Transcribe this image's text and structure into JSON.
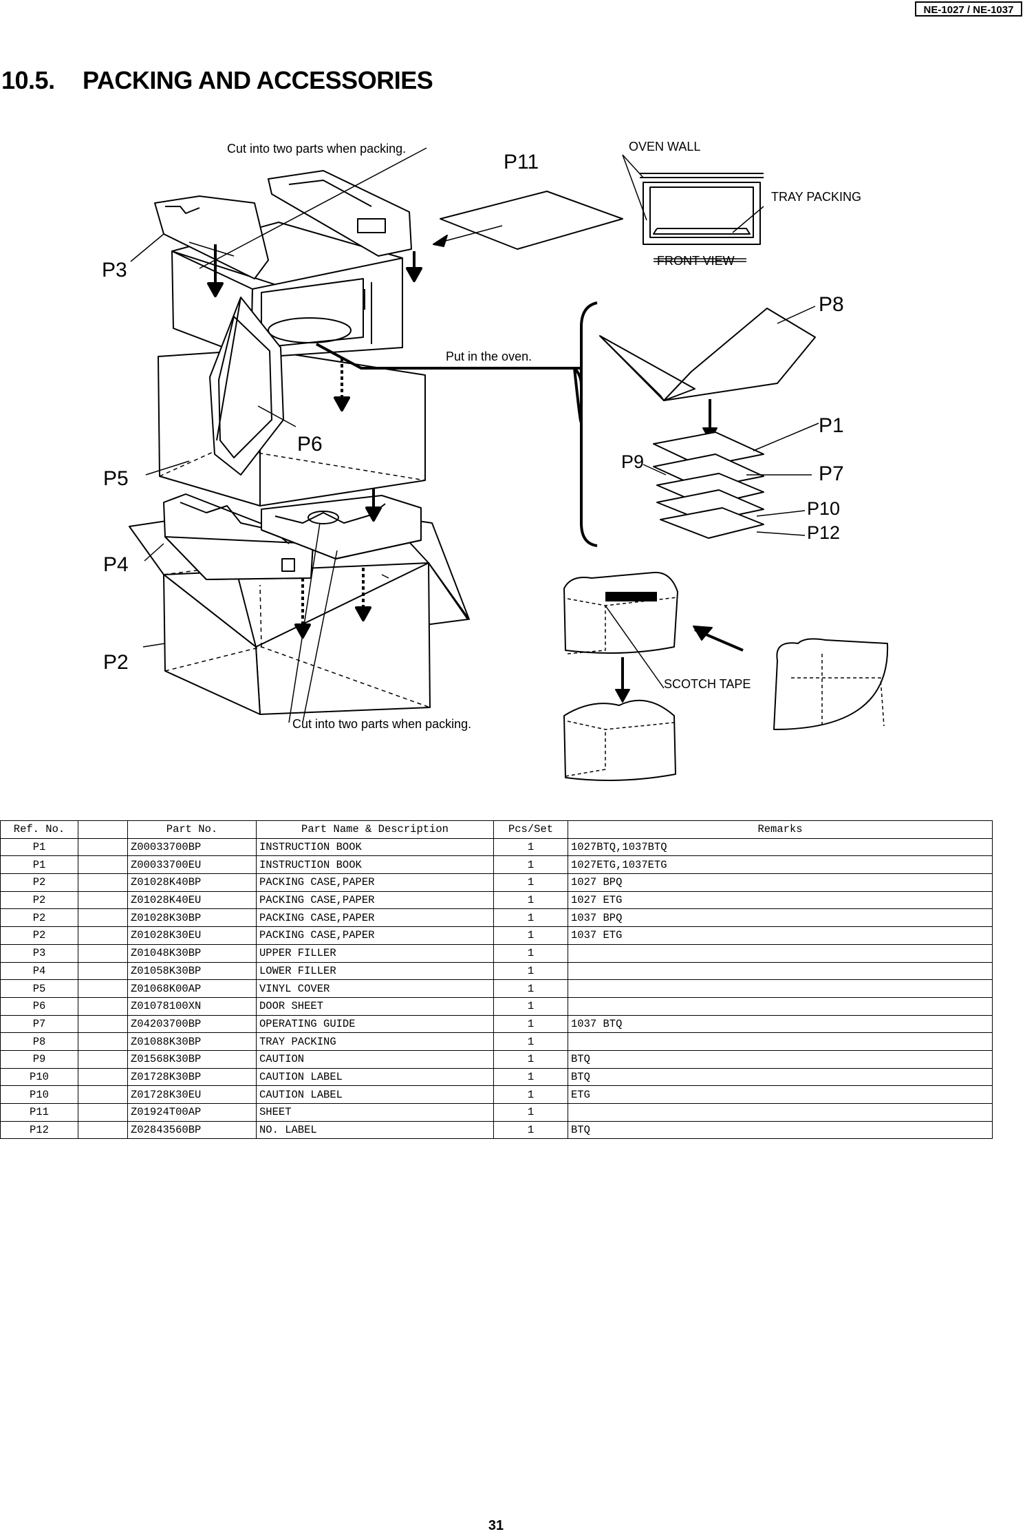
{
  "header": {
    "model": "NE-1027 / NE-1037"
  },
  "section": {
    "number": "10.5.",
    "title": "PACKING AND ACCESSORIES"
  },
  "diagram": {
    "callouts": {
      "cut_top": "Cut into two parts when packing.",
      "cut_bottom": "Cut into two parts when packing.",
      "put_in_oven": "Put in the oven.",
      "oven_wall": "OVEN WALL",
      "tray_packing": "TRAY PACKING",
      "front_view": "FRONT VIEW",
      "scotch_tape": "SCOTCH TAPE"
    },
    "part_labels": {
      "p1": "P1",
      "p2": "P2",
      "p3": "P3",
      "p4": "P4",
      "p5": "P5",
      "p6": "P6",
      "p7": "P7",
      "p8": "P8",
      "p9": "P9",
      "p10": "P10",
      "p11": "P11",
      "p12": "P12"
    }
  },
  "table": {
    "headers": [
      "Ref. No.",
      "",
      "Part No.",
      "Part Name & Description",
      "Pcs/Set",
      "Remarks"
    ],
    "rows": [
      [
        "P1",
        "Z00033700BP",
        "INSTRUCTION BOOK",
        "1",
        "1027BTQ,1037BTQ"
      ],
      [
        "P1",
        "Z00033700EU",
        "INSTRUCTION BOOK",
        "1",
        "1027ETG,1037ETG"
      ],
      [
        "P2",
        "Z01028K40BP",
        "PACKING CASE,PAPER",
        "1",
        "1027 BPQ"
      ],
      [
        "P2",
        "Z01028K40EU",
        "PACKING CASE,PAPER",
        "1",
        "1027 ETG"
      ],
      [
        "P2",
        "Z01028K30BP",
        "PACKING CASE,PAPER",
        "1",
        "1037 BPQ"
      ],
      [
        "P2",
        "Z01028K30EU",
        "PACKING CASE,PAPER",
        "1",
        "1037 ETG"
      ],
      [
        "P3",
        "Z01048K30BP",
        "UPPER FILLER",
        "1",
        ""
      ],
      [
        "P4",
        "Z01058K30BP",
        "LOWER FILLER",
        "1",
        ""
      ],
      [
        "P5",
        "Z01068K00AP",
        "VINYL COVER",
        "1",
        ""
      ],
      [
        "P6",
        "Z01078100XN",
        "DOOR SHEET",
        "1",
        ""
      ],
      [
        "P7",
        "Z04203700BP",
        "OPERATING GUIDE",
        "1",
        "1037 BTQ"
      ],
      [
        "P8",
        "Z01088K30BP",
        "TRAY PACKING",
        "1",
        ""
      ],
      [
        "P9",
        "Z01568K30BP",
        "CAUTION",
        "1",
        "BTQ"
      ],
      [
        "P10",
        "Z01728K30BP",
        "CAUTION LABEL",
        "1",
        "BTQ"
      ],
      [
        "P10",
        "Z01728K30EU",
        "CAUTION LABEL",
        "1",
        "ETG"
      ],
      [
        "P11",
        "Z01924T00AP",
        "SHEET",
        "1",
        ""
      ],
      [
        "P12",
        "Z02843560BP",
        "NO. LABEL",
        "1",
        "BTQ"
      ]
    ]
  },
  "footer": {
    "page_number": "31"
  }
}
